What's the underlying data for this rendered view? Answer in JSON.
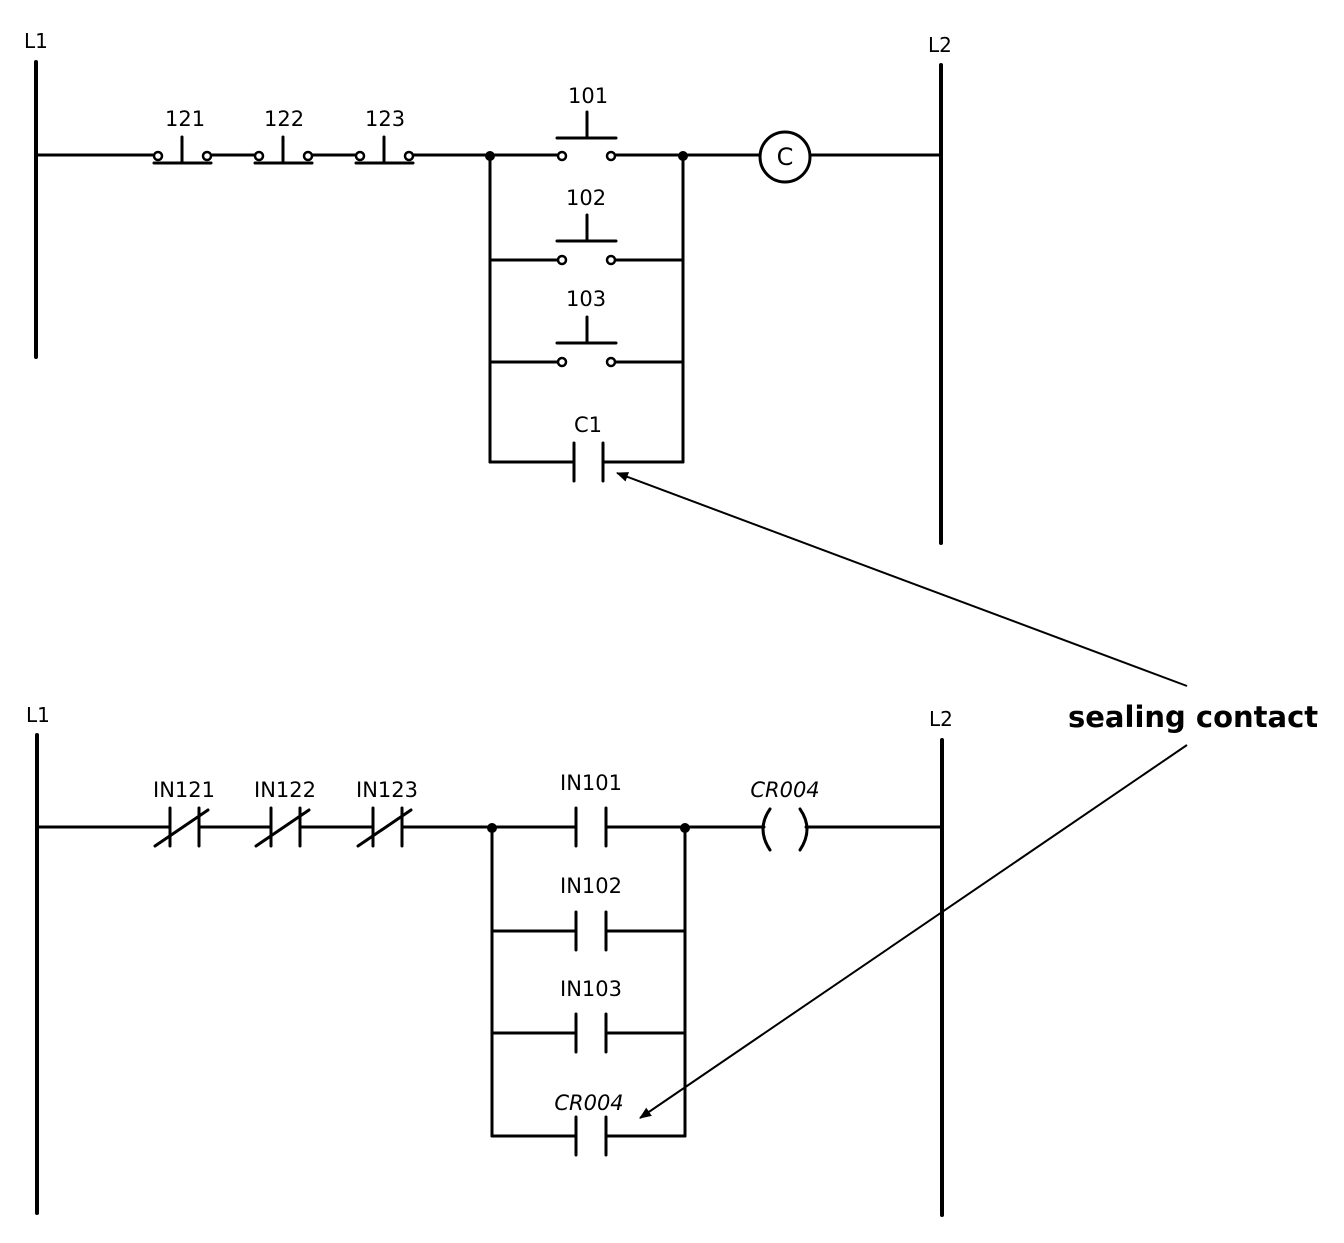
{
  "top": {
    "rail_left": "L1",
    "rail_right": "L2",
    "series_contacts": [
      "121",
      "122",
      "123"
    ],
    "parallel_contacts": [
      "101",
      "102",
      "103"
    ],
    "seal_contact": "C1",
    "coil": "C"
  },
  "bottom": {
    "rail_left": "L1",
    "rail_right": "L2",
    "series_contacts": [
      "IN121",
      "IN122",
      "IN123"
    ],
    "parallel_contacts": [
      "IN101",
      "IN102",
      "IN103"
    ],
    "seal_contact": "CR004",
    "coil": "CR004"
  },
  "callout": "sealing contact"
}
